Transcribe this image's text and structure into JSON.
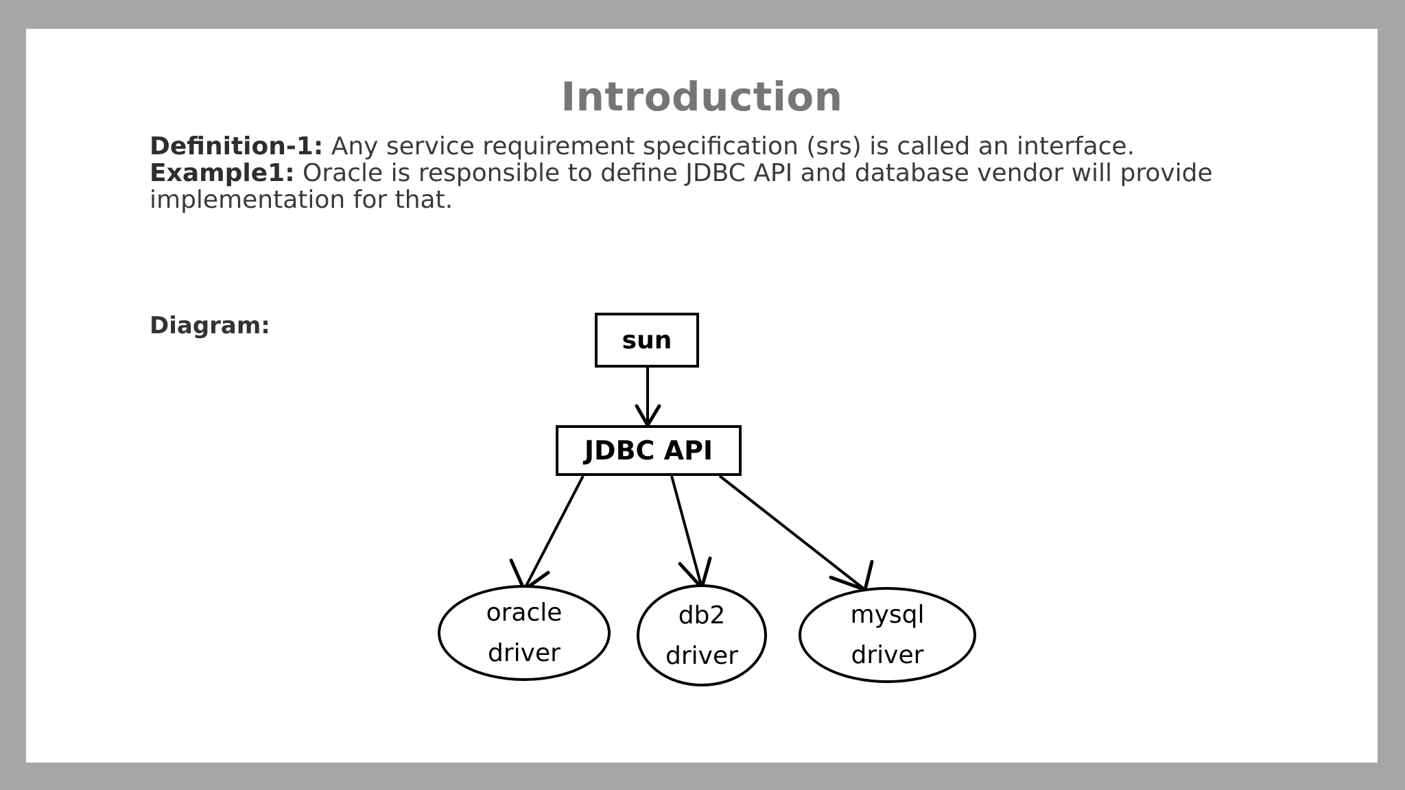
{
  "slide": {
    "title": "Introduction",
    "body": {
      "definition_label": "Definition-1:",
      "definition_text": " Any service requirement specification (srs) is called an interface.",
      "example_label": "Example1:",
      "example_text": " Oracle is responsible to define JDBC API and database vendor will provide implementation for that."
    },
    "diagram_label": "Diagram:"
  },
  "diagram": {
    "nodes": {
      "sun": "sun",
      "jdbc_api": "JDBC API",
      "oracle_driver_line1": "oracle",
      "oracle_driver_line2": "driver",
      "db2_driver_line1": "db2",
      "db2_driver_line2": "driver",
      "mysql_driver_line1": "mysql",
      "mysql_driver_line2": "driver"
    }
  },
  "colors": {
    "page_background": "#a6a6a6",
    "slide_background": "#ffffff",
    "title_color": "#767676",
    "body_text_color": "#3a3a3a",
    "diagram_stroke": "#000000"
  }
}
